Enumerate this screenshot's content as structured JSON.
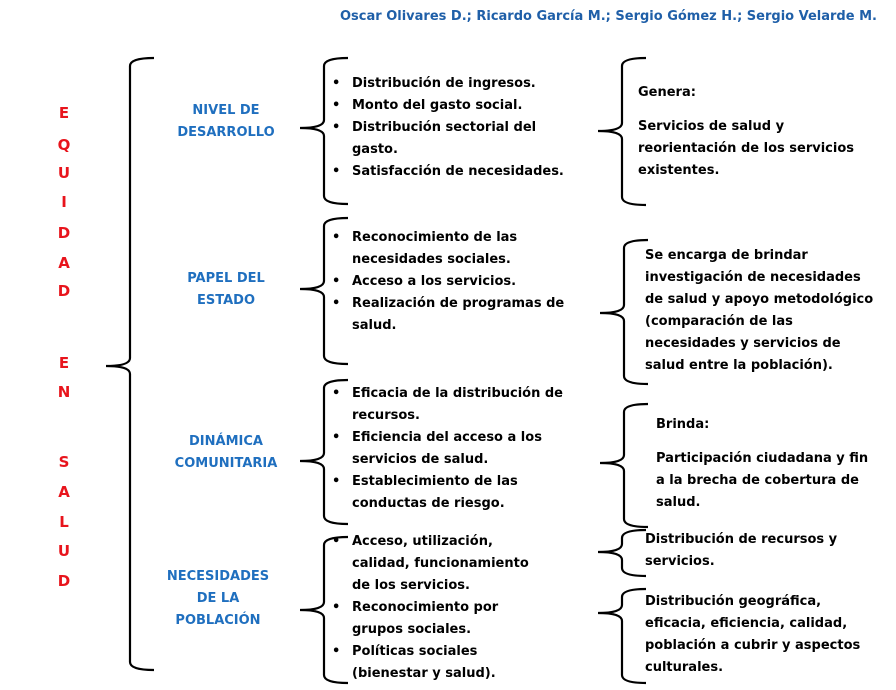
{
  "authors": "Oscar Olivares D.; Ricardo García M.; Sergio Gómez H.; Sergio Velarde M.",
  "main_title_letters": [
    "E",
    "Q",
    "U",
    "I",
    "D",
    "A",
    "D",
    "E",
    "N",
    "S",
    "A",
    "L",
    "U",
    "D"
  ],
  "sections": [
    {
      "category": [
        "NIVEL DE",
        "DESARROLLO"
      ],
      "bullets": [
        [
          "Distribución de ingresos."
        ],
        [
          "Monto del gasto social."
        ],
        [
          "Distribución sectorial del",
          "gasto."
        ],
        [
          "Satisfacción de necesidades."
        ]
      ],
      "results": [
        {
          "heading": "Genera:",
          "lines": [
            "Servicios de salud y",
            "reorientación de los servicios",
            "existentes."
          ]
        }
      ]
    },
    {
      "category": [
        "PAPEL DEL",
        "ESTADO"
      ],
      "bullets": [
        [
          "Reconocimiento de las",
          "necesidades sociales."
        ],
        [
          "Acceso a los servicios."
        ],
        [
          "Realización de programas de",
          "salud."
        ]
      ],
      "results": [
        {
          "heading": "",
          "lines": [
            "Se encarga de brindar",
            "investigación de necesidades",
            "de salud y apoyo metodológico",
            "(comparación de las",
            "necesidades y servicios de",
            "salud entre la población)."
          ]
        }
      ]
    },
    {
      "category": [
        "DINÁMICA",
        "COMUNITARIA"
      ],
      "bullets": [
        [
          "Eficacia de la distribución de",
          "recursos."
        ],
        [
          "Eficiencia del acceso a los",
          "servicios de salud."
        ],
        [
          "Establecimiento de las",
          "conductas de riesgo."
        ]
      ],
      "results": [
        {
          "heading": "Brinda:",
          "lines": [
            "Participación ciudadana y fin",
            "a la brecha de cobertura de",
            "salud."
          ]
        }
      ]
    },
    {
      "category": [
        "NECESIDADES",
        "DE LA",
        "POBLACIÓN"
      ],
      "bullets": [
        [
          "Acceso, utilización,",
          "calidad, funcionamiento",
          "de los servicios."
        ],
        [
          "Reconocimiento por",
          "grupos sociales."
        ],
        [
          "Políticas sociales",
          "(bienestar y salud)."
        ]
      ],
      "results": [
        {
          "heading": "",
          "lines": [
            "Distribución de recursos y",
            "servicios."
          ]
        },
        {
          "heading": "",
          "lines": [
            "Distribución geográfica,",
            "eficacia, eficiencia, calidad,",
            "población a cubrir y aspectos",
            "culturales."
          ]
        }
      ]
    }
  ],
  "colors": {
    "title_red": "#e8141c",
    "category_blue": "#1f6fbf",
    "author_blue": "#1f5fa8",
    "text": "#000000"
  }
}
